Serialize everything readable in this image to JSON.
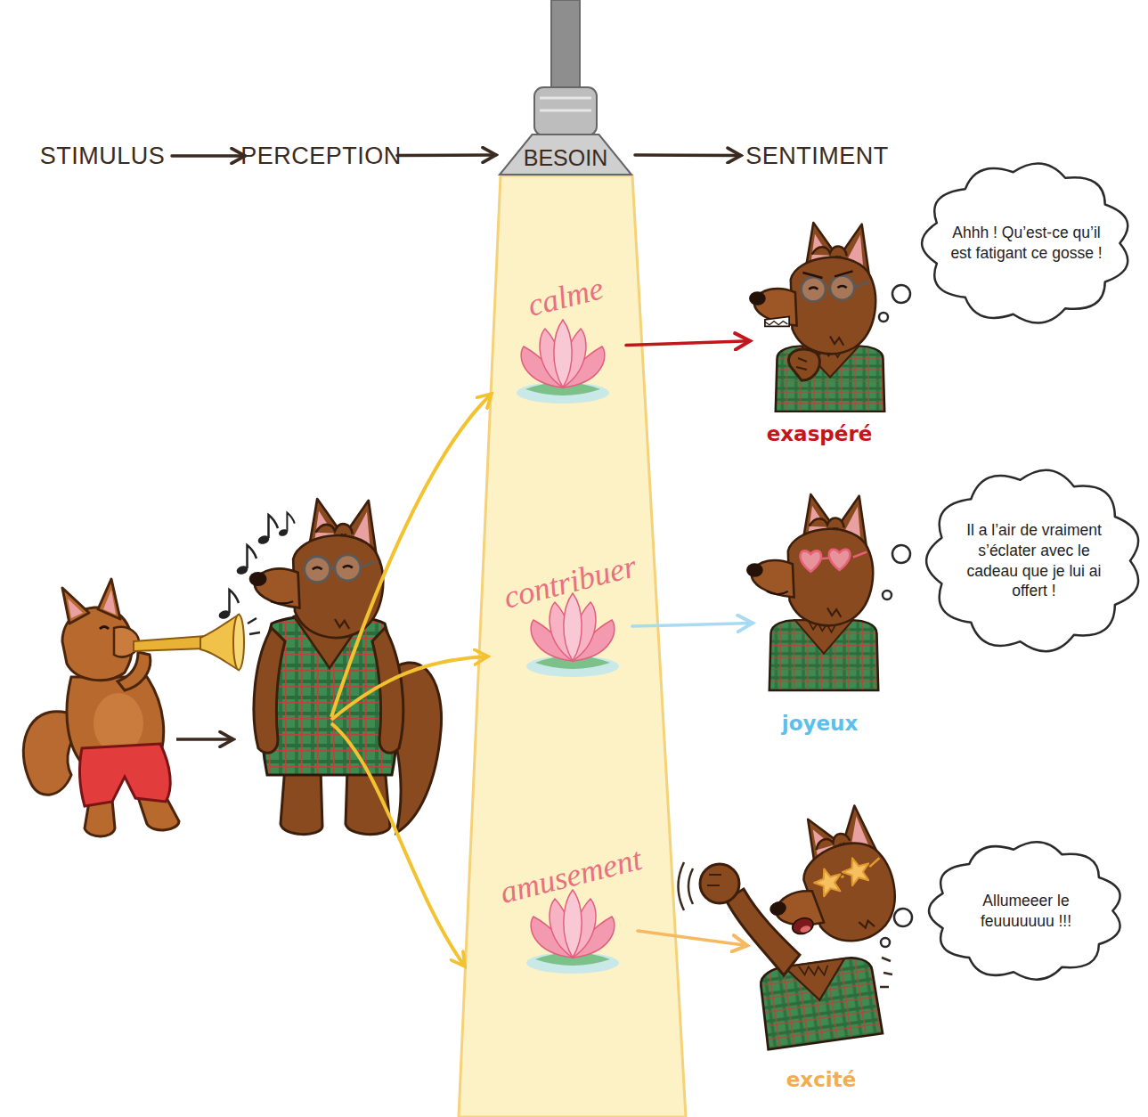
{
  "diagram": {
    "nodes": [
      {
        "text": [
          "STIMULUS"
        ]
      },
      {
        "text": [
          "PERCEPTION"
        ]
      },
      {
        "text": [
          "BESOIN"
        ]
      },
      {
        "text": [
          "SENTIMENT"
        ]
      },
      {
        "text": [
          "calme"
        ]
      },
      {
        "text": [
          "exaspéré"
        ]
      },
      {
        "text": [
          "Ahhh ! Qu’est-ce qu’il est fatigant ce gosse !"
        ]
      },
      {
        "text": [
          "contribuer"
        ]
      },
      {
        "text": [
          "joyeux"
        ]
      },
      {
        "text": [
          "Il a l’air de vraiment s’éclater avec le cadeau que je lui ai offert !"
        ]
      },
      {
        "text": [
          "amusement"
        ]
      },
      {
        "text": [
          "excité"
        ]
      },
      {
        "text": [
          "Allumeeer le feuuuuuuu !!!"
        ]
      }
    ],
    "edges": [
      {
        "from": 0,
        "to": 1,
        "arrow": "to"
      },
      {
        "from": 1,
        "to": 2,
        "arrow": "to"
      },
      {
        "from": 2,
        "to": 3,
        "arrow": "to"
      },
      {
        "from": 4,
        "to": 5,
        "arrow": "to"
      },
      {
        "from": 7,
        "to": 8,
        "arrow": "to"
      },
      {
        "from": 10,
        "to": 11,
        "arrow": "to"
      }
    ]
  }
}
